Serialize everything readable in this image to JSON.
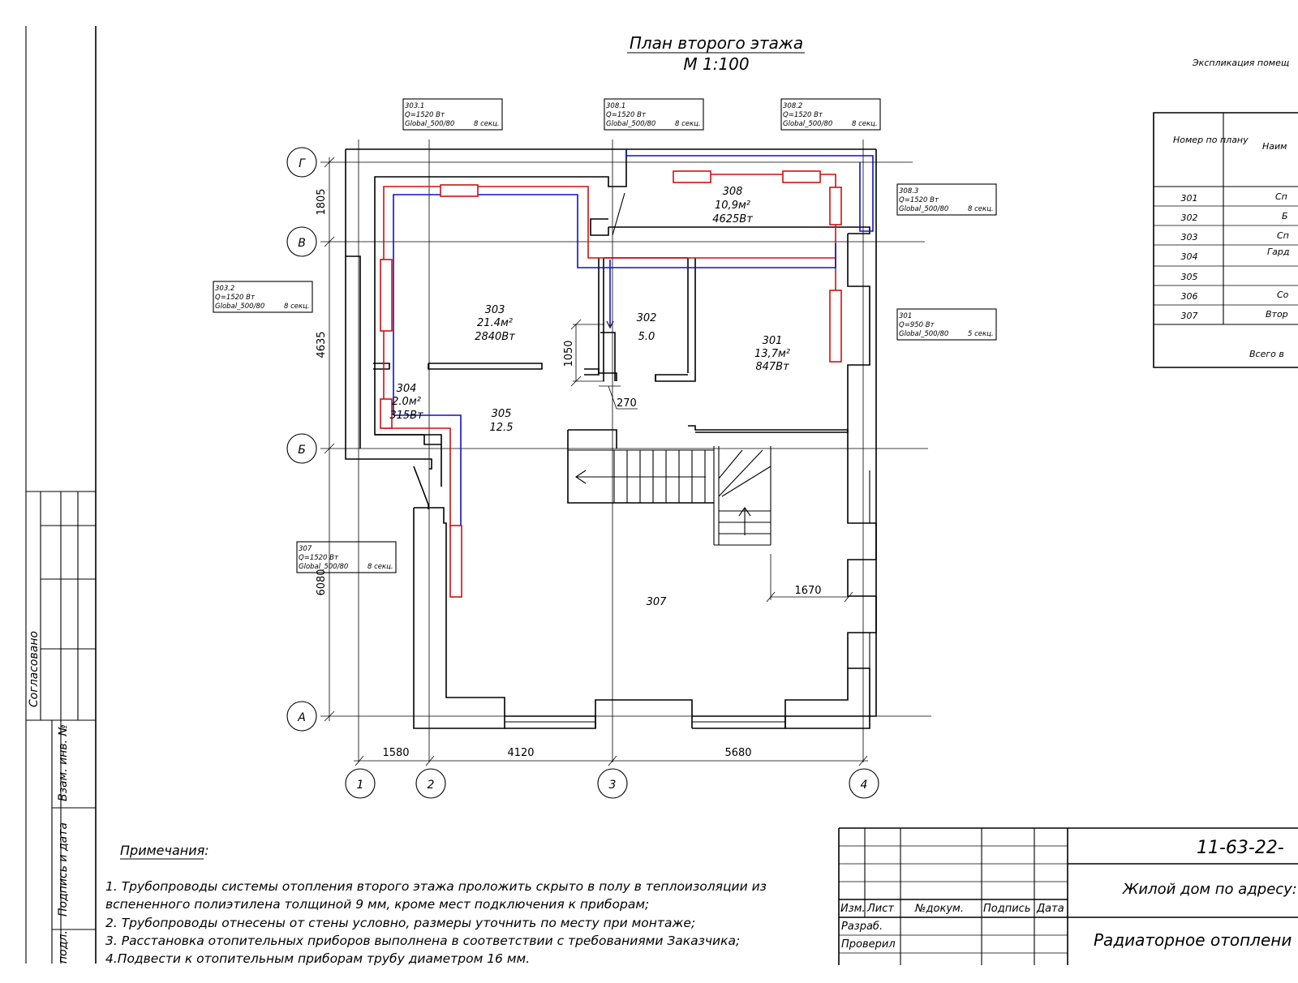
{
  "title": "План второго этажа",
  "scale": "М 1:100",
  "explication_caption": "Экспликация помещ",
  "explication_table": {
    "headers": [
      "Номер по плану",
      "Наим"
    ],
    "rows": [
      {
        "num": "301",
        "name": "Сп"
      },
      {
        "num": "302",
        "name": "Б"
      },
      {
        "num": "303",
        "name": "Сп"
      },
      {
        "num": "304",
        "name": "Гард"
      },
      {
        "num": "305",
        "name": ""
      },
      {
        "num": "306",
        "name": "Со"
      },
      {
        "num": "307",
        "name": "Втор"
      }
    ],
    "total": "Всего в"
  },
  "axes": {
    "rows": [
      "Г",
      "В",
      "Б",
      "А"
    ],
    "cols": [
      "1",
      "2",
      "3",
      "4"
    ]
  },
  "dimensions": {
    "bottom": [
      "1580",
      "4120",
      "5680"
    ],
    "left": [
      "1805",
      "4635",
      "6080"
    ],
    "misc": [
      "1050",
      "270",
      "1670"
    ]
  },
  "rooms": [
    {
      "num": "303",
      "area": "21.4м²",
      "power": "2840Вт"
    },
    {
      "num": "308",
      "area": "10,9м²",
      "power": "4625Вт"
    },
    {
      "num": "302",
      "area": "5.0",
      "power": ""
    },
    {
      "num": "301",
      "area": "13,7м²",
      "power": "847Вт"
    },
    {
      "num": "304",
      "area": "2.0м²",
      "power": "315Вт"
    },
    {
      "num": "305",
      "area": "12.5",
      "power": ""
    },
    {
      "num": "307",
      "area": "",
      "power": ""
    }
  ],
  "radiator_tags": [
    {
      "id": "303.1",
      "q": "Q=1520 Вт",
      "model": "Global_500/80",
      "sec": "8 секц."
    },
    {
      "id": "308.1",
      "q": "Q=1520 Вт",
      "model": "Global_500/80",
      "sec": "8 секц."
    },
    {
      "id": "308.2",
      "q": "Q=1520 Вт",
      "model": "Global_500/80",
      "sec": "8 секц."
    },
    {
      "id": "308.3",
      "q": "Q=1520 Вт",
      "model": "Global_500/80",
      "sec": "8 секц."
    },
    {
      "id": "303.2",
      "q": "Q=1520 Вт",
      "model": "Global_500/80",
      "sec": "8 секц."
    },
    {
      "id": "301",
      "q": "Q=950 Вт",
      "model": "Global_500/80",
      "sec": "5 секц."
    },
    {
      "id": "307",
      "q": "Q=1520 Вт",
      "model": "Global_500/80",
      "sec": "8 секц."
    }
  ],
  "notes": {
    "heading": "Примечания:",
    "lines": [
      "1. Трубопроводы системы отопления второго этажа проложить скрыто в полу в теплоизоляции из",
      "вспененного полиэтилена толщиной 9 мм, кроме мест подключения к приборам;",
      "2. Трубопроводы отнесены от стены условно, размеры уточнить по месту при монтаже;",
      "3. Расстановка отопительных приборов выполнена в соответствии с требованиями Заказчика;",
      "4.Подвести к отопительным приборам трубу диаметром 16 мм."
    ]
  },
  "left_stamp": {
    "agreed": "Согласовано",
    "inv": "Взам. инв. №",
    "signdate": "Подпись и дата",
    "orig": "подл."
  },
  "title_block": {
    "code": "11-63-22-",
    "address": "Жилой дом по адресу:",
    "system": "Радиаторное отоплени",
    "cols": [
      "Изм.",
      "Лист",
      "№докум.",
      "Подпись",
      "Дата"
    ],
    "roles": [
      "Разраб.",
      "Проверил"
    ]
  },
  "colors": {
    "supply": "#d01010",
    "return": "#1010c8"
  }
}
